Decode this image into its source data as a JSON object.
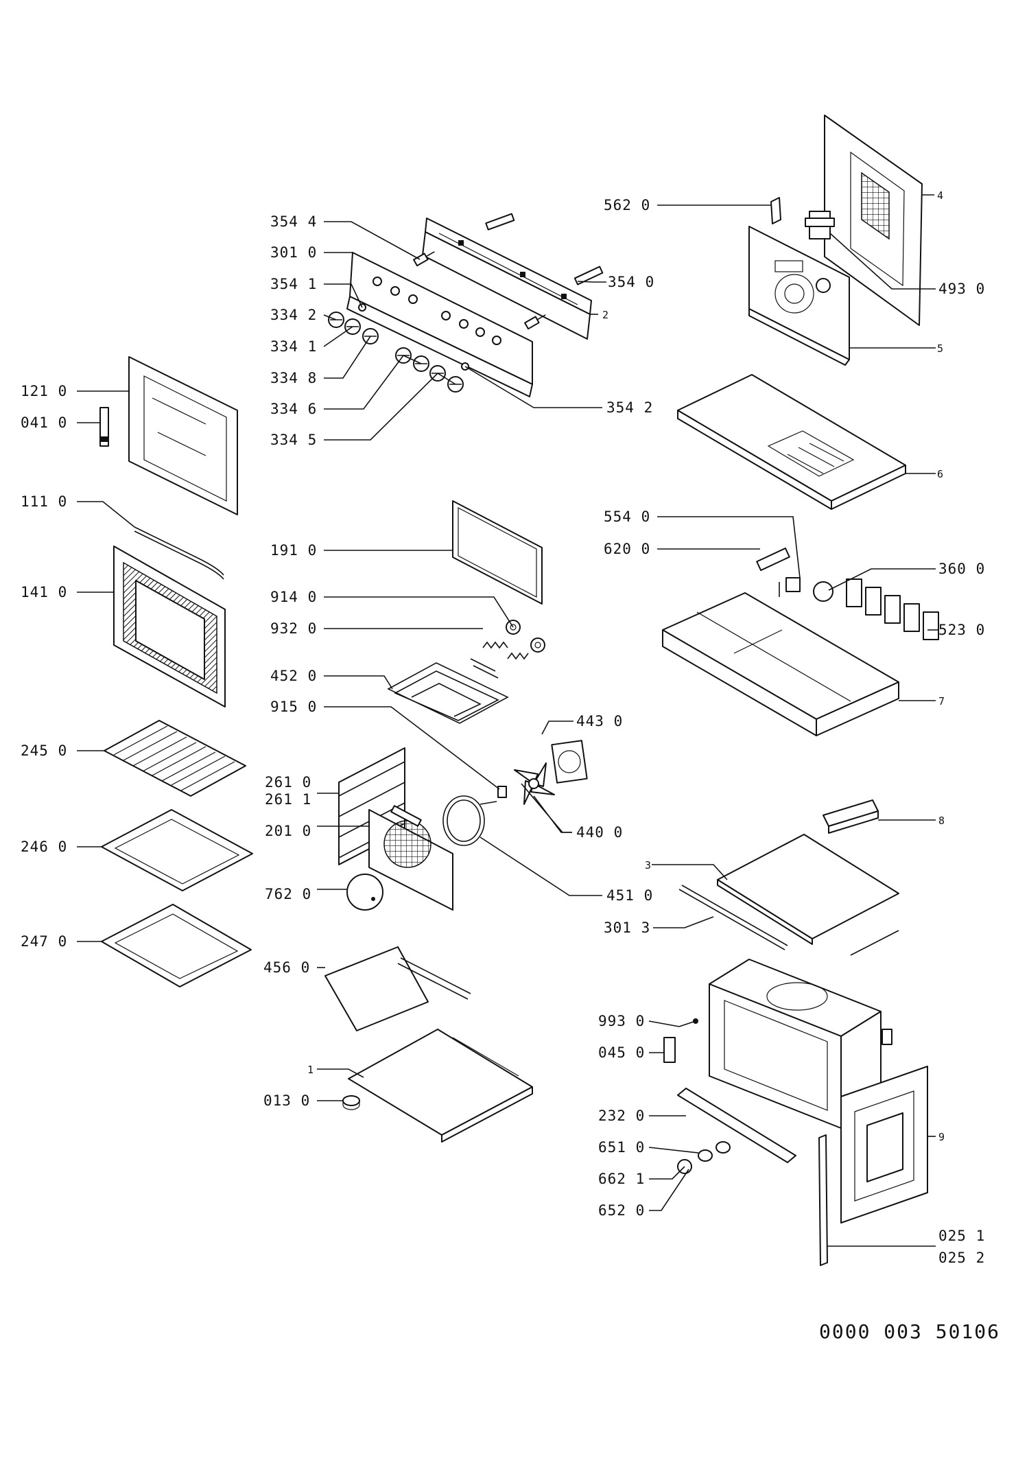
{
  "document_number": "0000 003 50106",
  "part_labels": [
    "354 4",
    "301 0",
    "354 1",
    "334 2",
    "334 1",
    "334 8",
    "334 6",
    "334 5",
    "354 0",
    "354 2",
    "2",
    "562 0",
    "4",
    "493 0",
    "5",
    "6",
    "121 0",
    "041 0",
    "111 0",
    "141 0",
    "191 0",
    "914 0",
    "932 0",
    "452 0",
    "915 0",
    "554 0",
    "620 0",
    "360 0",
    "523 0",
    "7",
    "443 0",
    "440 0",
    "245 0",
    "261 0",
    "261 1",
    "201 0",
    "246 0",
    "762 0",
    "247 0",
    "451 0",
    "8",
    "3",
    "301 3",
    "456 0",
    "1",
    "013 0",
    "993 0",
    "045 0",
    "232 0",
    "651 0",
    "662 1",
    "652 0",
    "9",
    "025 1",
    "025 2"
  ]
}
